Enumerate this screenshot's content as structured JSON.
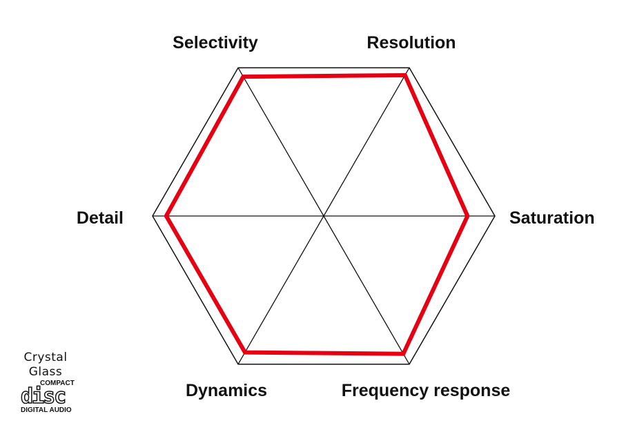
{
  "chart_data": {
    "type": "radar",
    "title": "",
    "axes": [
      "Selectivity",
      "Resolution",
      "Saturation",
      "Frequency response",
      "Dynamics",
      "Detail"
    ],
    "series": [
      {
        "name": "Crystal Glass",
        "color": "#e60012",
        "values": [
          9.4,
          9.5,
          8.4,
          9.3,
          9.2,
          9.2
        ]
      }
    ],
    "range": [
      0,
      10
    ]
  },
  "logo": {
    "line1": "Crystal",
    "line2": "Glass",
    "compact": "COMPACT",
    "disc": "disc",
    "digital_audio": "DIGITAL AUDIO"
  }
}
